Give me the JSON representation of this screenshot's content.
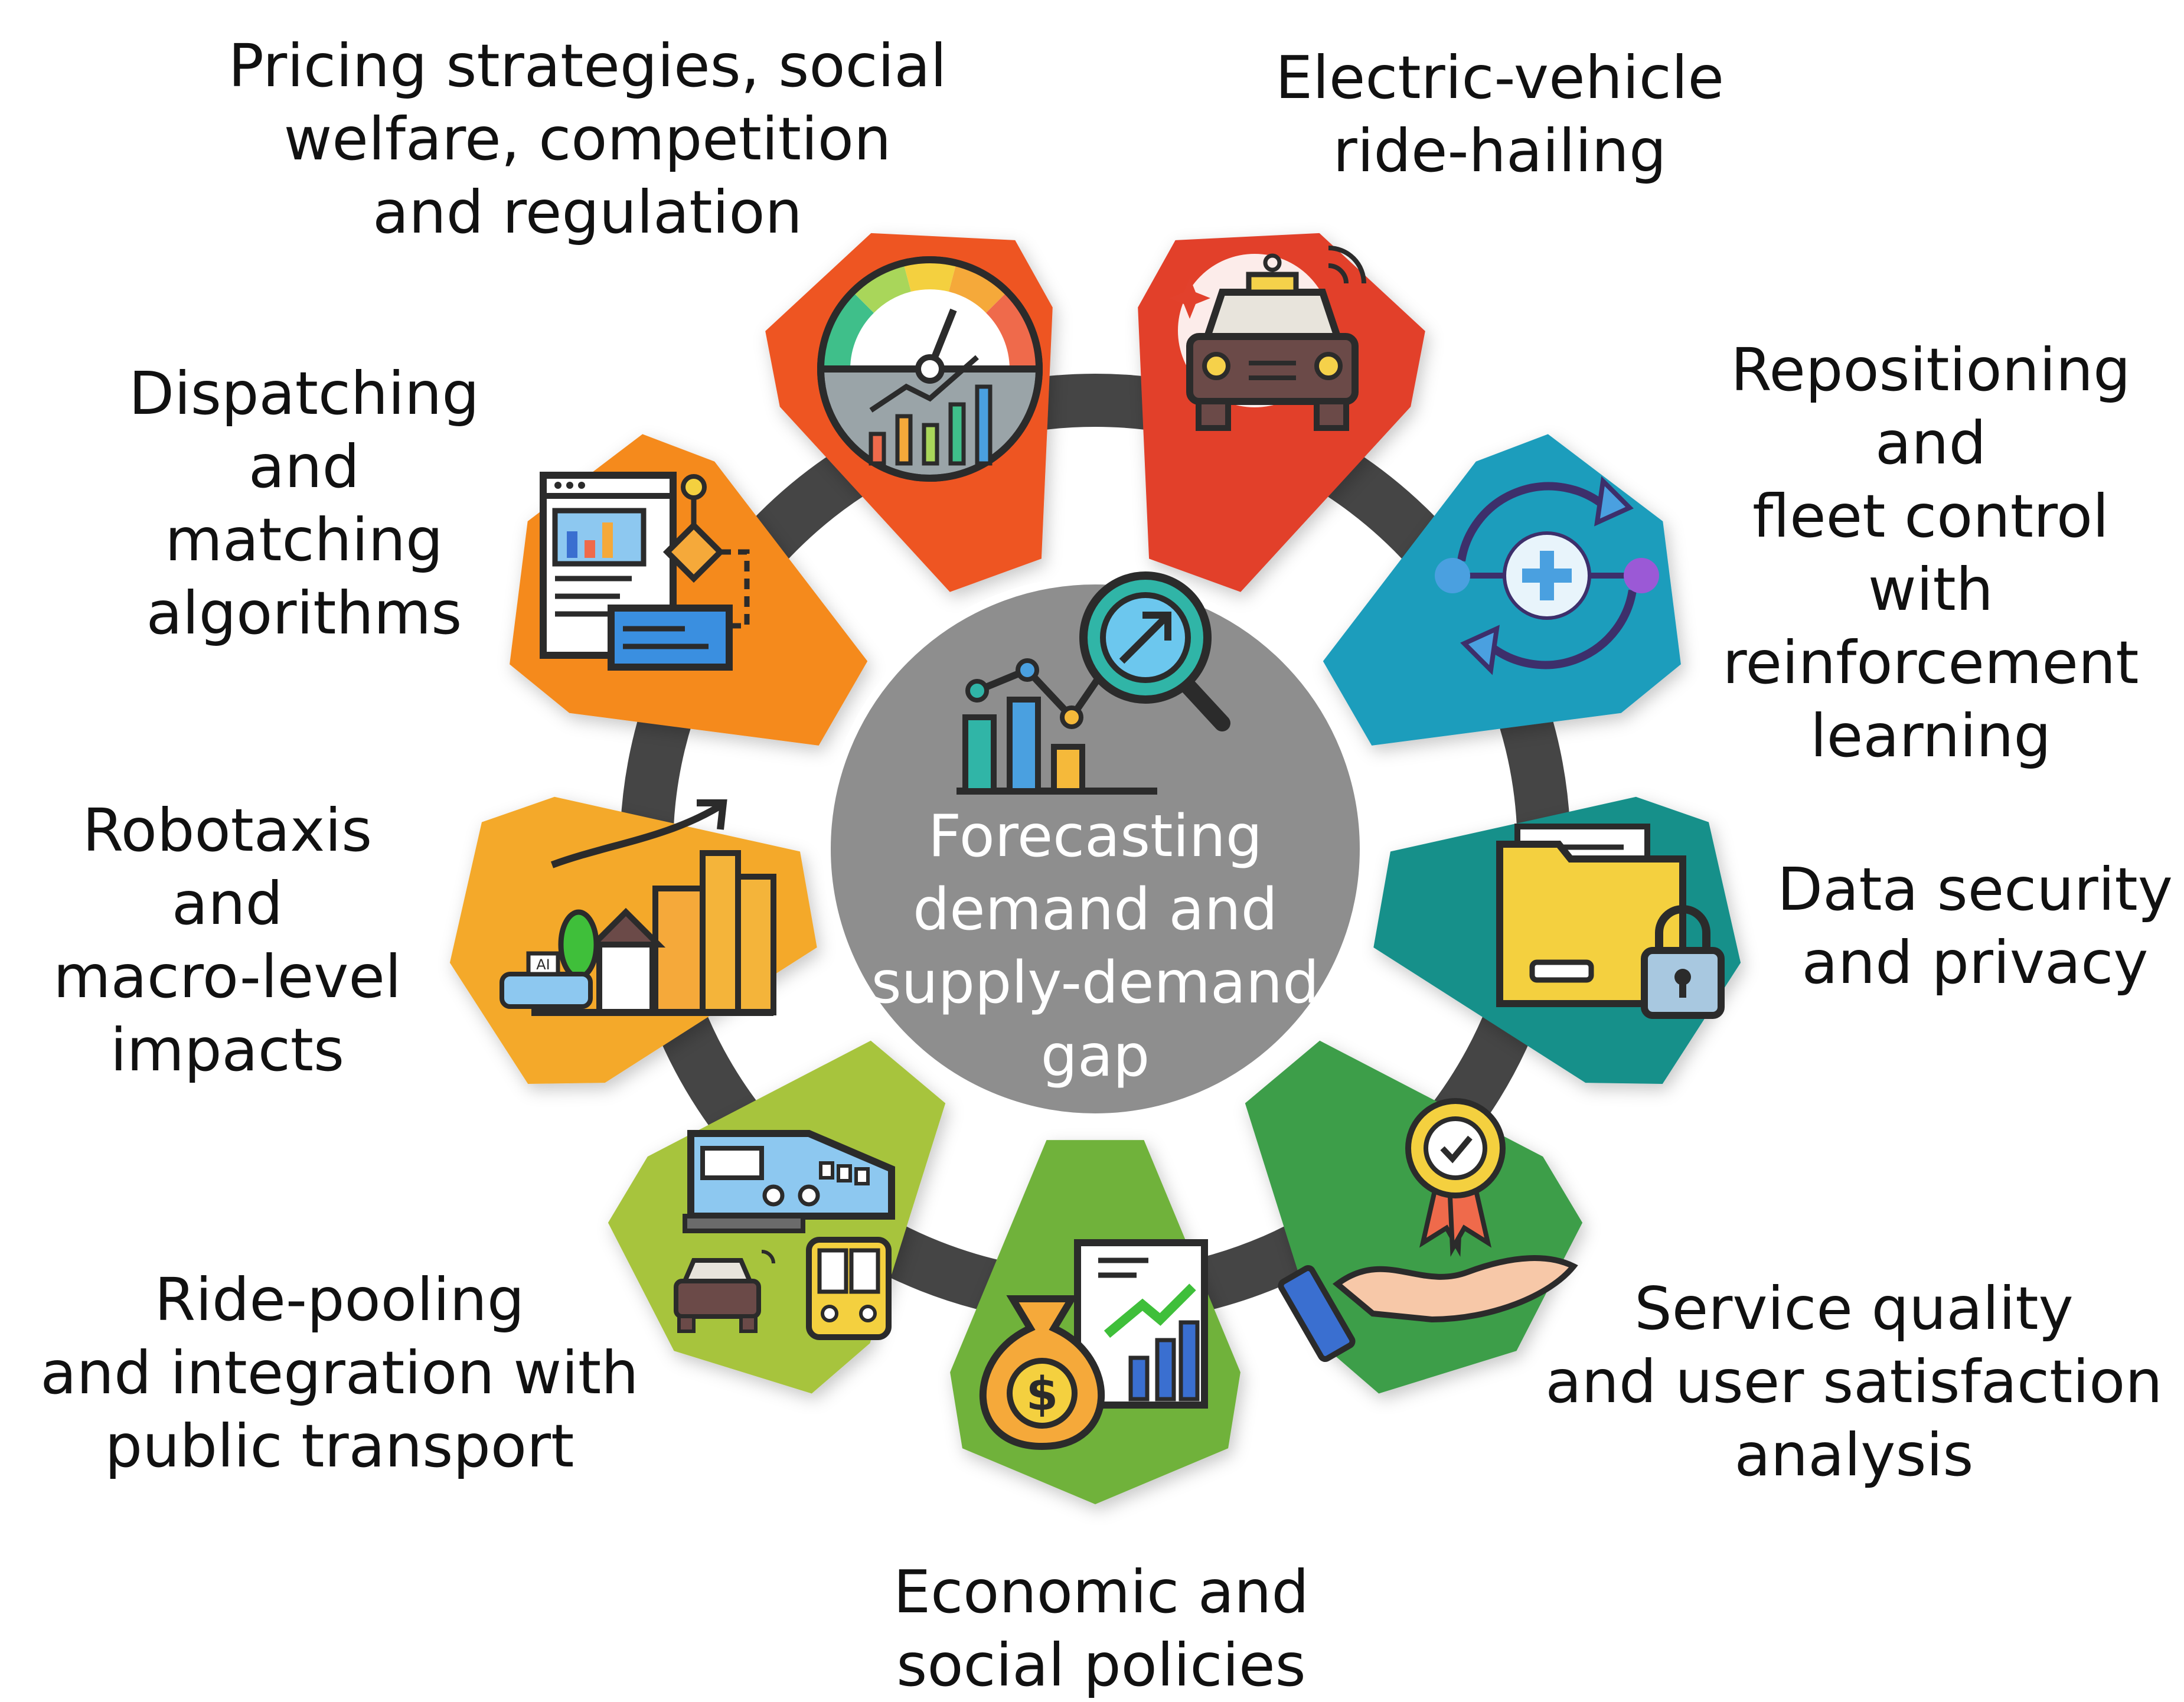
{
  "diagram": {
    "center": {
      "label": "Forecasting\ndemand and\nsupply-demand\ngap",
      "icon": "analytics-magnifier-icon",
      "fill": "#8e8e8e"
    },
    "segments": [
      {
        "id": "pricing",
        "label": "Pricing strategies, social\nwelfare, competition\nand regulation",
        "icon": "speedometer-chart-icon",
        "color": "#ee5524"
      },
      {
        "id": "ev",
        "label": "Electric-vehicle\nride-hailing",
        "icon": "car-icon",
        "color": "#e2412c"
      },
      {
        "id": "repositioning",
        "label": "Repositioning and\nfleet control with\nreinforcement\nlearning",
        "icon": "cycle-arrows-icon",
        "color": "#1f9dbc"
      },
      {
        "id": "data-security",
        "label": "Data security\nand privacy",
        "icon": "folder-lock-icon",
        "color": "#13908a"
      },
      {
        "id": "service-quality",
        "label": "Service quality\nand user satisfaction\nanalysis",
        "icon": "hand-badge-icon",
        "color": "#3d9e49"
      },
      {
        "id": "economic",
        "label": "Economic and\nsocial policies",
        "icon": "money-bag-chart-icon",
        "color": "#6fb23a"
      },
      {
        "id": "ride-pooling",
        "label": "Ride-pooling\nand integration with\npublic transport",
        "icon": "train-bus-car-icon",
        "color": "#a7c43d"
      },
      {
        "id": "robotaxis",
        "label": "Robotaxis and\nmacro-level\nimpacts",
        "icon": "city-growth-icon",
        "color": "#f4a92b"
      },
      {
        "id": "dispatching",
        "label": "Dispatching and\nmatching\nalgorithms",
        "icon": "flowchart-dashboard-icon",
        "color": "#f58a1e"
      }
    ]
  }
}
